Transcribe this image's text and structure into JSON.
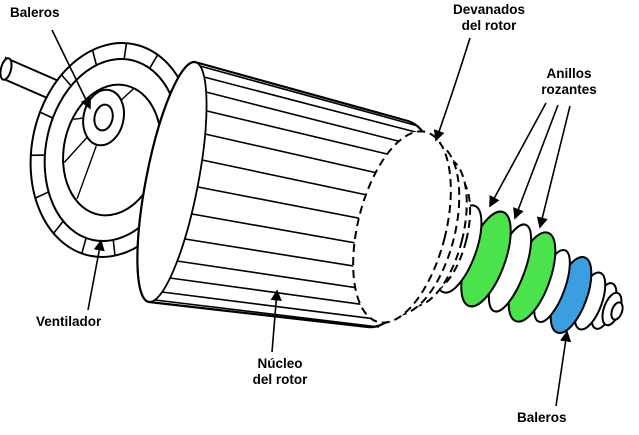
{
  "diagram": {
    "background_color": "#ffffff",
    "line_color": "#000000",
    "labels": {
      "bearings_top": "Baleros",
      "rotor_windings": "Devanados\ndel rotor",
      "slip_rings": "Anillos\nrozantes",
      "fan": "Ventilador",
      "rotor_core": "Núcleo\ndel rotor",
      "bearings_bottom": "Baleros"
    },
    "colors": {
      "slip_ring_green": "#4be34b",
      "bearing_blue": "#3b9ee0"
    }
  }
}
